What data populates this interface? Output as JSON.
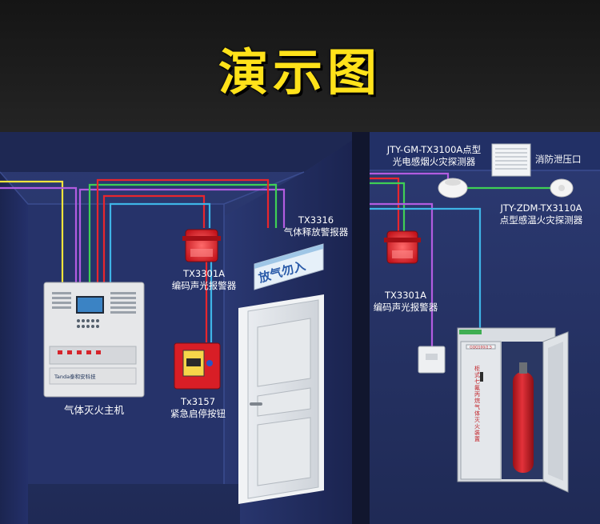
{
  "page_title": "演示图",
  "left_room": {
    "controller": {
      "label": "气体灭火主机",
      "brand": "Tanda泰和安科技"
    },
    "alarm": {
      "model": "TX3301A",
      "name": "编码声光报警器"
    },
    "release_alarm": {
      "model": "TX3316",
      "name": "气体释放警报器",
      "sign_text": "放气勿入"
    },
    "stop_button": {
      "model": "Tx3157",
      "name": "紧急启停按钮"
    }
  },
  "right_room": {
    "smoke_detector": {
      "model": "JTY-GM-TX3100A点型",
      "name": "光电感烟火灾探测器"
    },
    "pressure_vent": {
      "name": "消防泄压口"
    },
    "heat_detector": {
      "model": "JTY-ZDM-TX3110A",
      "name": "点型感温火灾探测器"
    },
    "alarm": {
      "model": "TX3301A",
      "name": "编码声光报警器"
    },
    "cabinet": {
      "label": "柜式七氟丙烷气体灭火装置",
      "plate": "GQQ100/2.5"
    }
  },
  "colors": {
    "title_yellow": "#ffe21a",
    "wire_yellow": "#f5e53b",
    "wire_purple": "#b25ce0",
    "wire_green": "#3fcf55",
    "wire_red": "#e8262d",
    "wire_cyan": "#3fb4e6",
    "wall_navy": "#23305f"
  }
}
